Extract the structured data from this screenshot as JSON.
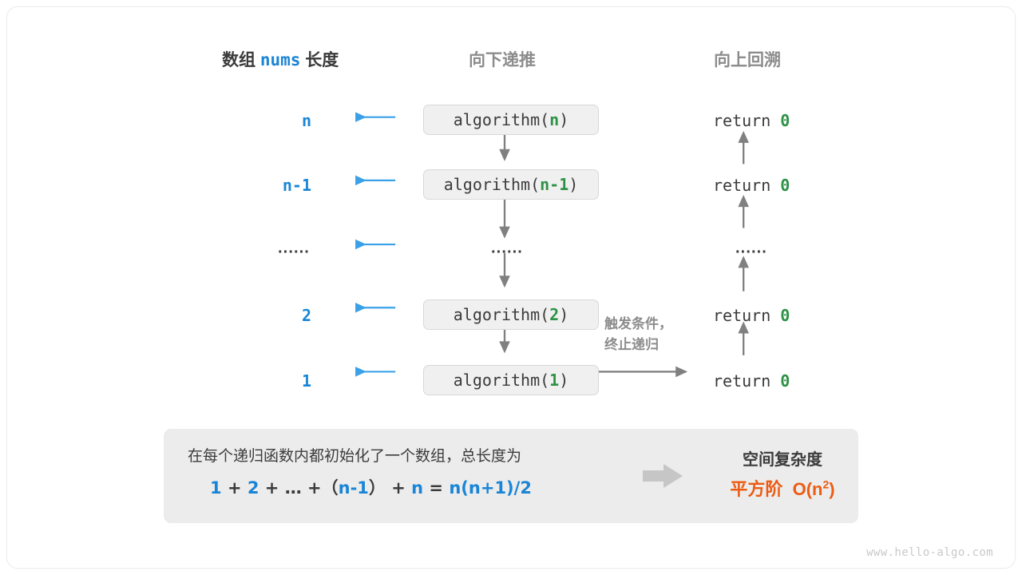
{
  "columns": {
    "left_title_prefix": "数组",
    "left_title_code": "nums",
    "left_title_suffix": "长度",
    "middle_title": "向下递推",
    "right_title": "向上回溯"
  },
  "rows": [
    {
      "length": "n",
      "call_name": "algorithm",
      "call_arg": "n",
      "ret": "return",
      "ret_val": "0"
    },
    {
      "length": "n-1",
      "call_name": "algorithm",
      "call_arg": "n-1",
      "ret": "return",
      "ret_val": "0"
    },
    {
      "length": "······",
      "call_name": "······",
      "call_arg": "",
      "ret": "······",
      "ret_val": ""
    },
    {
      "length": "2",
      "call_name": "algorithm",
      "call_arg": "2",
      "ret": "return",
      "ret_val": "0"
    },
    {
      "length": "1",
      "call_name": "algorithm",
      "call_arg": "1",
      "ret": "return",
      "ret_val": "0"
    }
  ],
  "note": {
    "line1": "触发条件，",
    "line2": "终止递归"
  },
  "summary": {
    "text": "在每个递归函数内都初始化了一个数组，总长度为",
    "formula": {
      "t1": "1",
      "o1": "+",
      "t2": "2",
      "o2": "+",
      "t3": "…",
      "o3": "+",
      "p_open": "（",
      "t4": "n-1",
      "p_close": "）",
      "o4": "+",
      "t5": "n",
      "eq": "=",
      "result": "n(n+1)/2"
    },
    "right_title": "空间复杂度",
    "right_value_label": "平方阶",
    "right_value_big_o": "O(n",
    "right_value_exp": "2",
    "right_value_close": ")"
  },
  "watermark": "www.hello-algo.com",
  "colors": {
    "blue": "#1a85d6",
    "green": "#2e9247",
    "orange": "#ec5b12",
    "gray_text": "#8c8c8c",
    "dark_text": "#3b3b3b",
    "box_fill": "#f0f0f0",
    "panel_fill": "#ececec",
    "arrow_gray": "#808080"
  }
}
